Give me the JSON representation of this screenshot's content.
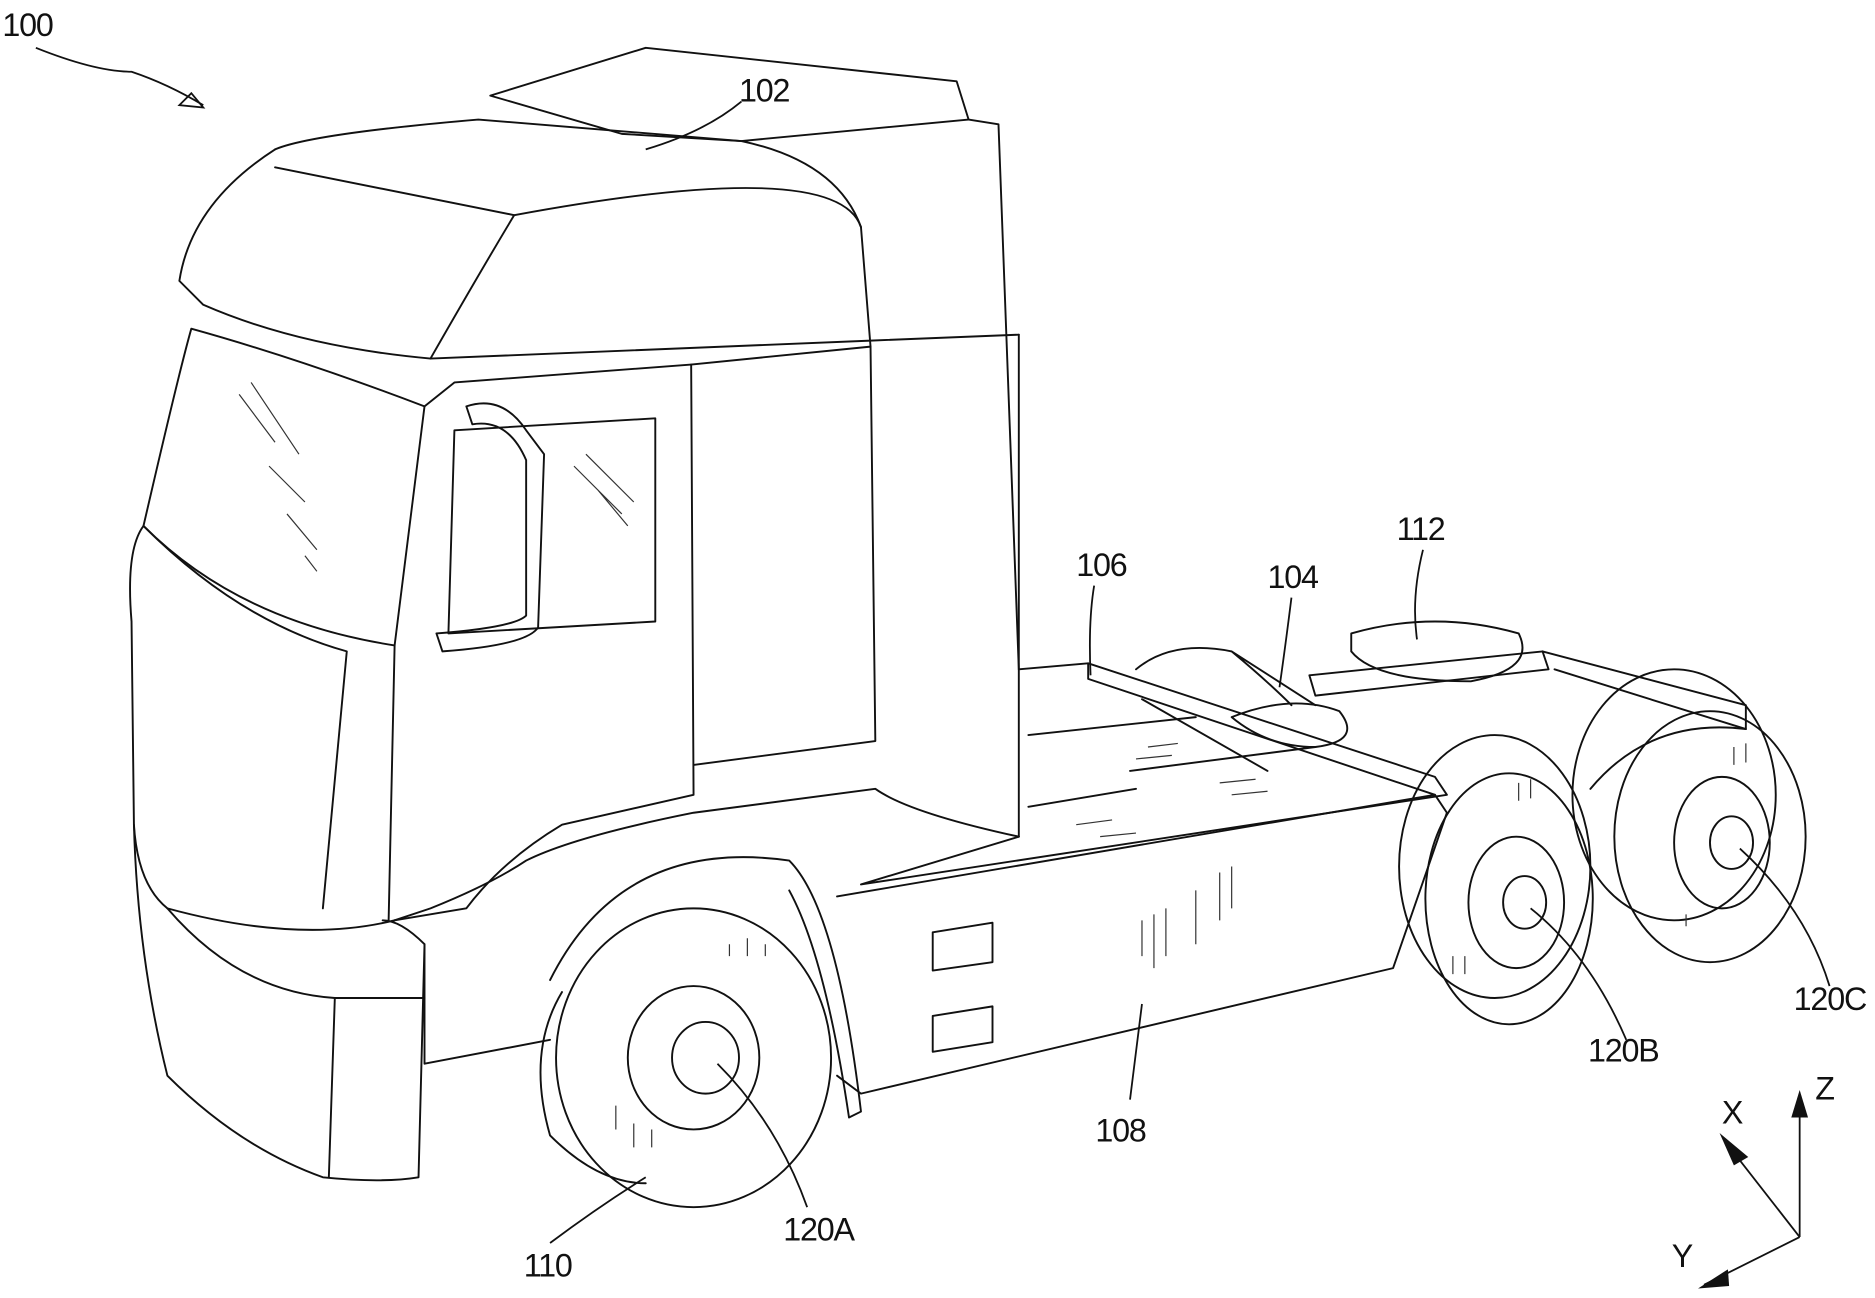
{
  "figure": {
    "reference_numerals": {
      "vehicle": "100",
      "cab": "102",
      "component_104": "104",
      "component_106": "106",
      "component_108": "108",
      "wheel_110": "110",
      "component_112": "112",
      "axle_a": "120A",
      "axle_b": "120B",
      "axle_c": "120C"
    },
    "axes": {
      "x": "X",
      "y": "Y",
      "z": "Z"
    }
  }
}
